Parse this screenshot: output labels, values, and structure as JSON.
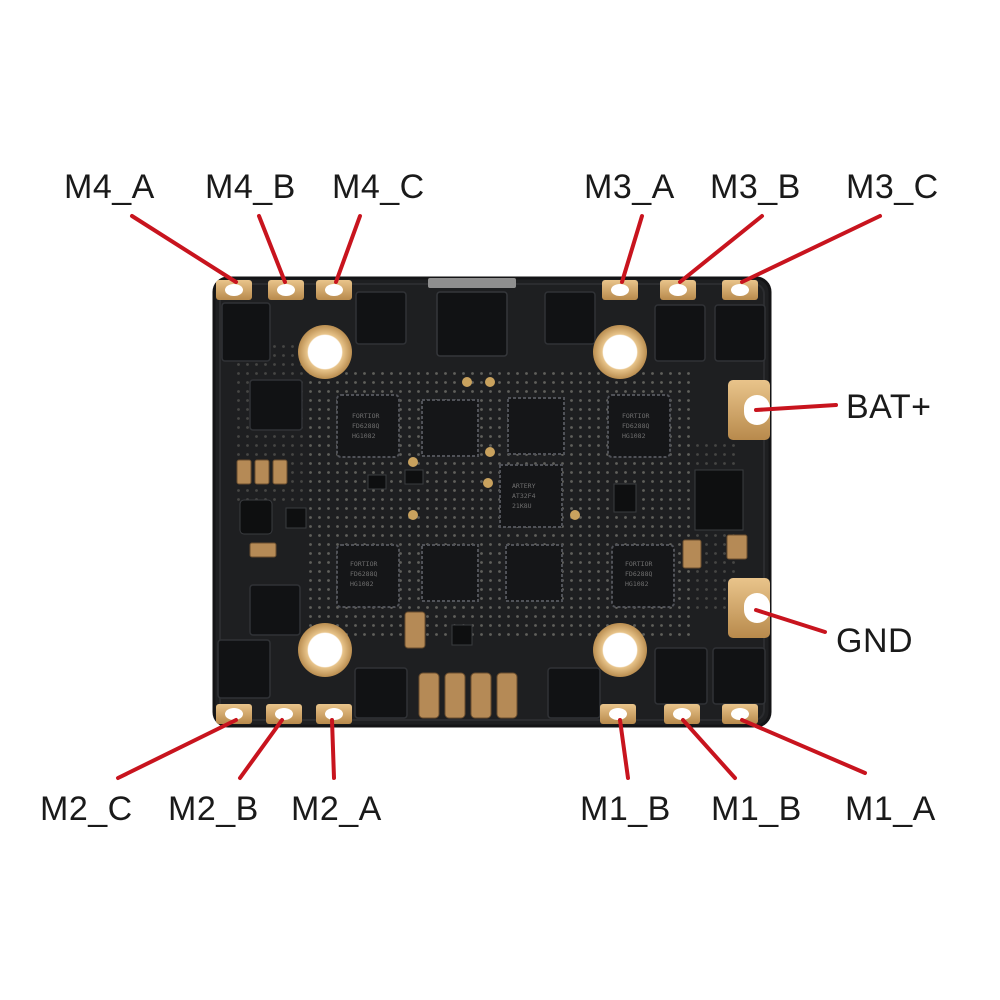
{
  "pin_labels": {
    "m4_a": "M4_A",
    "m4_b": "M4_B",
    "m4_c": "M4_C",
    "m3_a": "M3_A",
    "m3_b": "M3_B",
    "m3_c": "M3_C",
    "bat_plus": "BAT+",
    "gnd": "GND",
    "m2_c": "M2_C",
    "m2_b": "M2_B",
    "m2_a": "M2_A",
    "m1_b_left": "M1_B",
    "m1_b_right": "M1_B",
    "m1_a": "M1_A"
  },
  "chip_markings": {
    "driver": [
      "FORTIOR",
      "FD6288Q",
      "HG1082"
    ],
    "mcu": [
      "ARTERY",
      "AT32F4",
      "21K8U"
    ]
  },
  "colors": {
    "leader_line": "#c8141e",
    "board": "#1e1f21",
    "pad_gold": "#d4a86a",
    "label_text": "#1a1a1a"
  }
}
